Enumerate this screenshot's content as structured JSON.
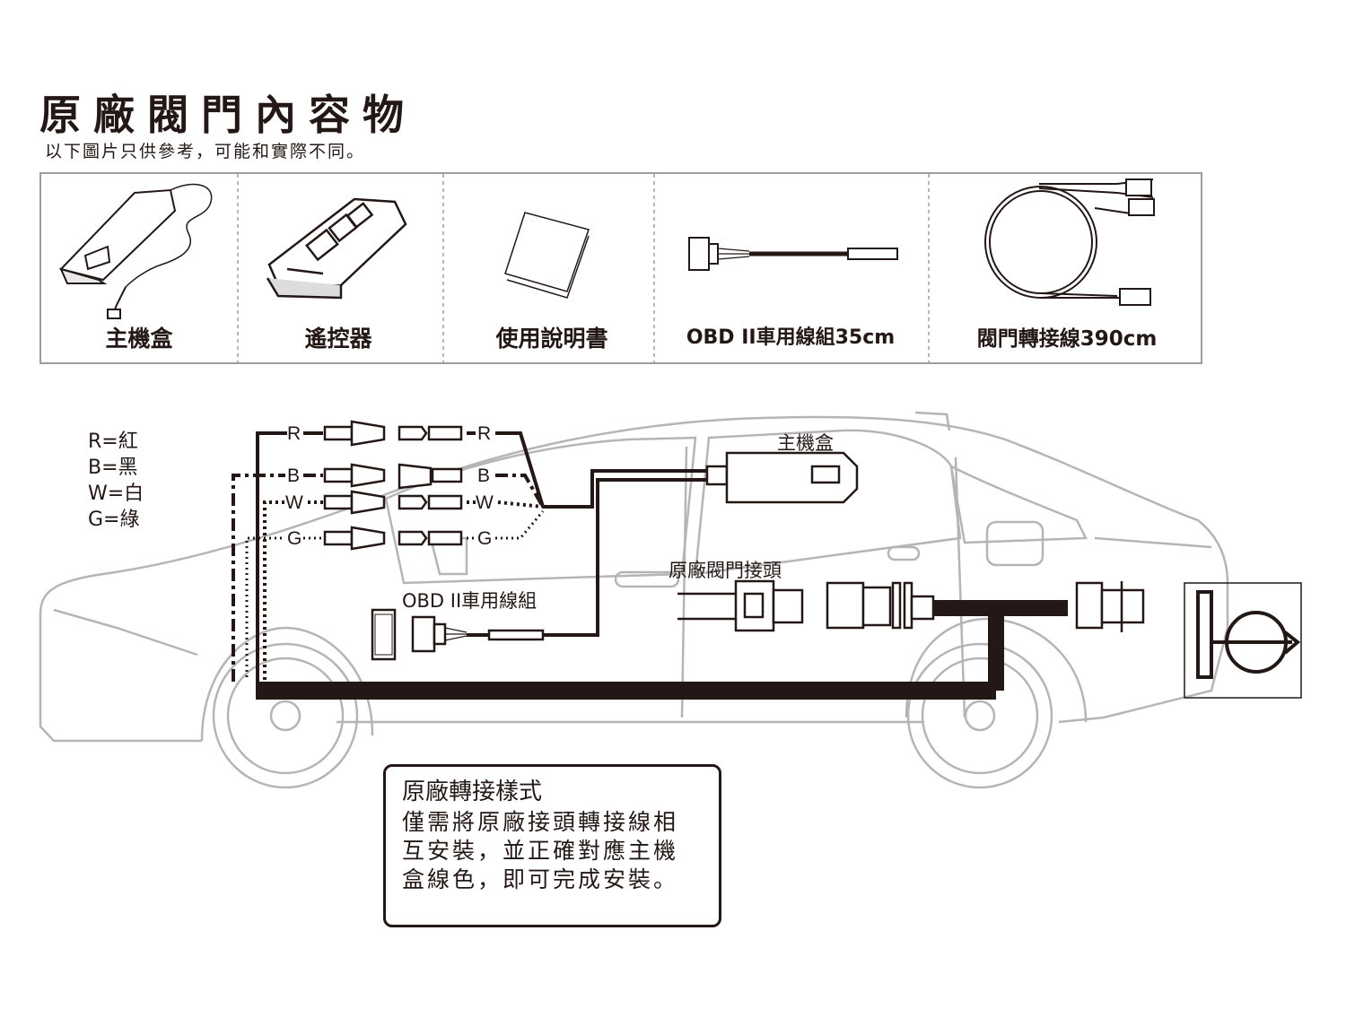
{
  "header": {
    "title": "原廠閥門內容物",
    "subtitle": "以下圖片只供參考，可能和實際不同。"
  },
  "contents": [
    {
      "label": "主機盒",
      "icon": "control-box-icon"
    },
    {
      "label": "遙控器",
      "icon": "remote-control-icon"
    },
    {
      "label": "使用說明書",
      "icon": "manual-icon"
    },
    {
      "label": "OBD II車用線組35cm",
      "icon": "obd-cable-icon"
    },
    {
      "label": "閥門轉接線390cm",
      "icon": "valve-adapter-cable-icon"
    }
  ],
  "legend": [
    "R=紅",
    "B=黑",
    "W=白",
    "G=綠"
  ],
  "wire_letters": {
    "r": "R",
    "b": "B",
    "w": "W",
    "g": "G"
  },
  "diagram": {
    "control_box_label": "主機盒",
    "valve_connector_label": "原廠閥門接頭",
    "obd_label": "OBD II車用線組"
  },
  "note": {
    "title": "原廠轉接樣式",
    "lines": [
      "僅需將原廠接頭轉接線相",
      "互安裝，並正確對應主機",
      "盒線色，即可完成安裝。"
    ]
  },
  "colors": {
    "line": "#231815",
    "car_outline": "#b5b5b5",
    "box_border": "#9d9d9d"
  }
}
